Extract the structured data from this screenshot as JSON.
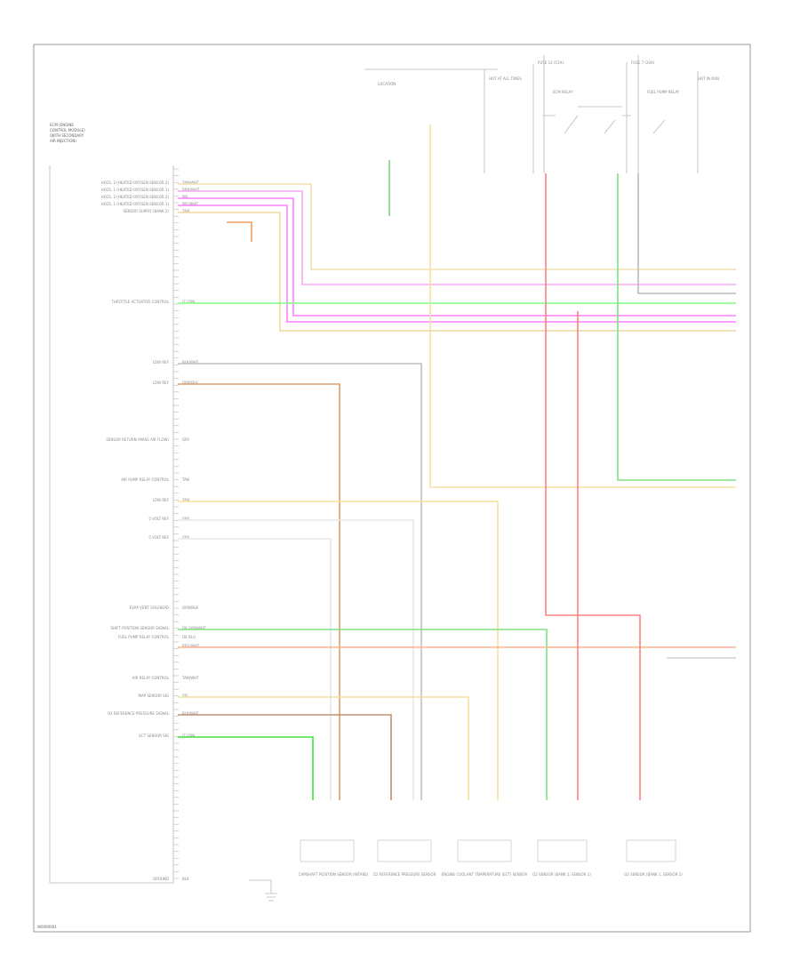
{
  "diagram": {
    "corner_code": "W0000001",
    "module_title_lines": [
      "ECM (ENGINE",
      "CONTROL MODULE)",
      "(WITH SECONDARY",
      "AIR INJECTION)"
    ],
    "left_labels": [
      "HO2S, 2 (HEATED OXYGEN SENSOR 2)",
      "HO2S, 1 (HEATED OXYGEN SENSOR 1)",
      "HO2S, 2 (HEATED OXYGEN SENSOR 2)",
      "HO2S, 1 (HEATED OXYGEN SENSOR 1)",
      "SENSOR SUPPLY (BANK 2)",
      "THROTTLE ACTUATOR CONTROL",
      "LOW REF",
      "LOW REF",
      "SENSOR RETURN (MASS AIR FLOW)",
      "AIR PUMP RELAY CONTROL",
      "LOW REF",
      "5 VOLT REF",
      "5 VOLT REF",
      "EVAP VENT SOLENOID",
      "SHIFT POSITION SENSOR SIGNAL",
      "FUEL PUMP RELAY CONTROL",
      "AIR RELAY CONTROL",
      "MAP SENSOR SIG",
      "O2 REFERENCE PRESSURE SIGNAL",
      "ECT SENSOR SIG",
      "GROUND"
    ],
    "wire_colors": [
      "TAN/WHT",
      "BRN/WHT",
      "PPL",
      "PPL/WHT",
      "TAN",
      "GRN",
      "LT GRN",
      "BLK/WHT",
      "ORN/BLK",
      "GRY",
      "RED/WHT",
      "DK GRN/WHT",
      "DK BLU",
      "YEL",
      "BLK"
    ],
    "top_labels": {
      "power_group": "HOT AT ALL TIMES",
      "relay_group": "HOT IN RUN",
      "fuse_1": "FUSE 12 (15A)",
      "fuse_2": "FUSE 7 (20A)",
      "component_a": "LOCATION",
      "component_b": "ECM RELAY",
      "component_c": "FUEL PUMP RELAY"
    },
    "bottom_components": [
      "CAMSHAFT POSITION SENSOR (INTAKE)",
      "O2 REFERENCE PRESSURE SENSOR",
      "ENGINE COOLANT TEMPERATURE (ECT) SENSOR",
      "O2 SENSOR (BANK 1, SENSOR 1)",
      "O2 SENSOR (BANK 1, SENSOR 2)"
    ],
    "ground_label": "GROUND"
  }
}
